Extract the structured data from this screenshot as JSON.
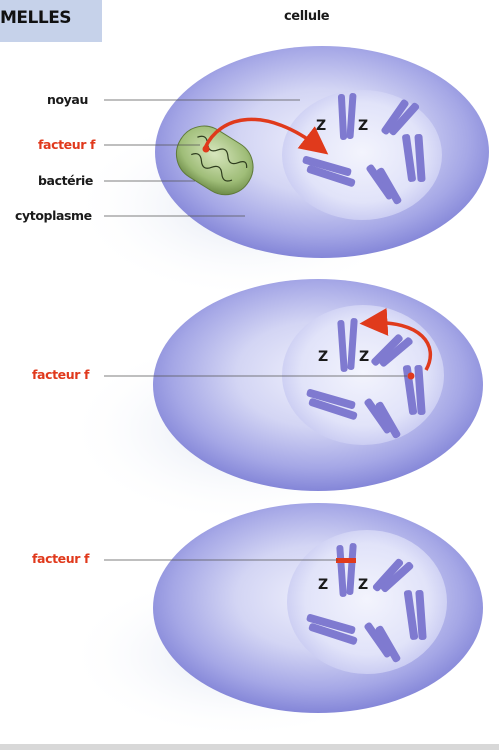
{
  "header": {
    "title": "MELLES"
  },
  "panel1": {
    "cell_label": "cellule",
    "labels": {
      "nucleus": "noyau",
      "factor": "facteur f",
      "bacterium": "bactérie",
      "cytoplasm": "cytoplasme"
    },
    "chromosome_letters": [
      "Z",
      "Z"
    ]
  },
  "panel2": {
    "factor": "facteur f",
    "chromosome_letters": [
      "Z",
      "Z"
    ]
  },
  "panel3": {
    "factor": "facteur f",
    "chromosome_letters": [
      "Z",
      "Z"
    ]
  },
  "colors": {
    "cell": "#8d8fe0",
    "chromosome": "#7f7ad0",
    "factor": "#e03a1c",
    "bacterium": "#7ea35a",
    "header": "#c6d2ea"
  }
}
